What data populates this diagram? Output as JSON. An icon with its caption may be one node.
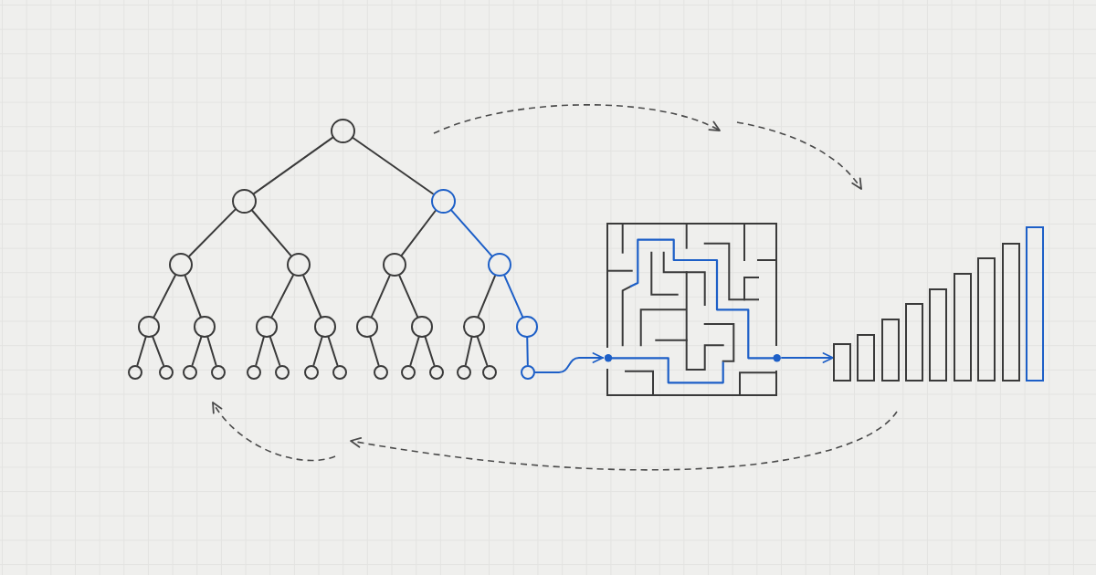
{
  "diagram": {
    "nodes": [
      {
        "text": [],
        "shape": "circle"
      },
      {
        "text": [],
        "shape": "circle"
      },
      {
        "text": [],
        "shape": "circle"
      },
      {
        "text": [],
        "shape": "circle"
      },
      {
        "text": [],
        "shape": "circle"
      },
      {
        "text": [],
        "shape": "circle"
      },
      {
        "text": [],
        "shape": "circle"
      },
      {
        "text": [],
        "shape": "circle"
      },
      {
        "text": [],
        "shape": "circle"
      },
      {
        "text": [],
        "shape": "circle"
      },
      {
        "text": [],
        "shape": "circle"
      },
      {
        "text": [],
        "shape": "circle"
      },
      {
        "text": [],
        "shape": "circle"
      },
      {
        "text": [],
        "shape": "circle"
      },
      {
        "text": [],
        "shape": "circle"
      },
      {
        "text": [],
        "shape": "circle"
      },
      {
        "text": [],
        "shape": "circle"
      },
      {
        "text": [],
        "shape": "circle"
      },
      {
        "text": [],
        "shape": "circle"
      },
      {
        "text": [],
        "shape": "circle"
      },
      {
        "text": [],
        "shape": "circle"
      },
      {
        "text": [],
        "shape": "circle"
      },
      {
        "text": [],
        "shape": "circle"
      },
      {
        "text": [],
        "shape": "circle"
      },
      {
        "text": [],
        "shape": "circle"
      },
      {
        "text": [],
        "shape": "circle"
      },
      {
        "text": [],
        "shape": "circle"
      },
      {
        "text": [],
        "shape": "circle"
      },
      {
        "text": [],
        "shape": "circle"
      },
      {
        "text": [],
        "shape": "picture"
      },
      {
        "text": [],
        "shape": "bar"
      },
      {
        "text": [],
        "shape": "bar"
      },
      {
        "text": [],
        "shape": "bar"
      },
      {
        "text": [],
        "shape": "bar"
      },
      {
        "text": [],
        "shape": "bar"
      },
      {
        "text": [],
        "shape": "bar"
      },
      {
        "text": [],
        "shape": "bar"
      },
      {
        "text": [],
        "shape": "bar"
      },
      {
        "text": [],
        "shape": "bar"
      }
    ],
    "edges": [
      {
        "from": 0,
        "to": 1,
        "arrow": "none"
      },
      {
        "from": 0,
        "to": 2,
        "arrow": "none"
      },
      {
        "from": 1,
        "to": 3,
        "arrow": "none"
      },
      {
        "from": 1,
        "to": 4,
        "arrow": "none"
      },
      {
        "from": 2,
        "to": 5,
        "arrow": "none"
      },
      {
        "from": 2,
        "to": 6,
        "arrow": "none",
        "color": "#1d5fc7"
      },
      {
        "from": 3,
        "to": 7,
        "arrow": "none"
      },
      {
        "from": 3,
        "to": 8,
        "arrow": "none"
      },
      {
        "from": 4,
        "to": 9,
        "arrow": "none"
      },
      {
        "from": 4,
        "to": 10,
        "arrow": "none"
      },
      {
        "from": 5,
        "to": 11,
        "arrow": "none"
      },
      {
        "from": 5,
        "to": 12,
        "arrow": "none"
      },
      {
        "from": 6,
        "to": 13,
        "arrow": "none"
      },
      {
        "from": 6,
        "to": 14,
        "arrow": "none",
        "color": "#1d5fc7"
      },
      {
        "from": 7,
        "to": 15,
        "arrow": "none"
      },
      {
        "from": 7,
        "to": 16,
        "arrow": "none"
      },
      {
        "from": 8,
        "to": 17,
        "arrow": "none"
      },
      {
        "from": 8,
        "to": 18,
        "arrow": "none"
      },
      {
        "from": 9,
        "to": 19,
        "arrow": "none"
      },
      {
        "from": 9,
        "to": 20,
        "arrow": "none"
      },
      {
        "from": 10,
        "to": 21,
        "arrow": "none"
      },
      {
        "from": 10,
        "to": 22,
        "arrow": "none"
      },
      {
        "from": 11,
        "to": 23,
        "arrow": "none"
      },
      {
        "from": 12,
        "to": 24,
        "arrow": "none"
      },
      {
        "from": 12,
        "to": 25,
        "arrow": "none"
      },
      {
        "from": 13,
        "to": 26,
        "arrow": "none"
      },
      {
        "from": 13,
        "to": 27,
        "arrow": "none"
      },
      {
        "from": 14,
        "to": 28,
        "arrow": "none",
        "color": "#1d5fc7"
      },
      {
        "from": 28,
        "to": 29,
        "arrow": "to",
        "color": "#1d5fc7"
      },
      {
        "from": 29,
        "to": 30,
        "arrow": "to",
        "color": "#1d5fc7"
      }
    ]
  }
}
